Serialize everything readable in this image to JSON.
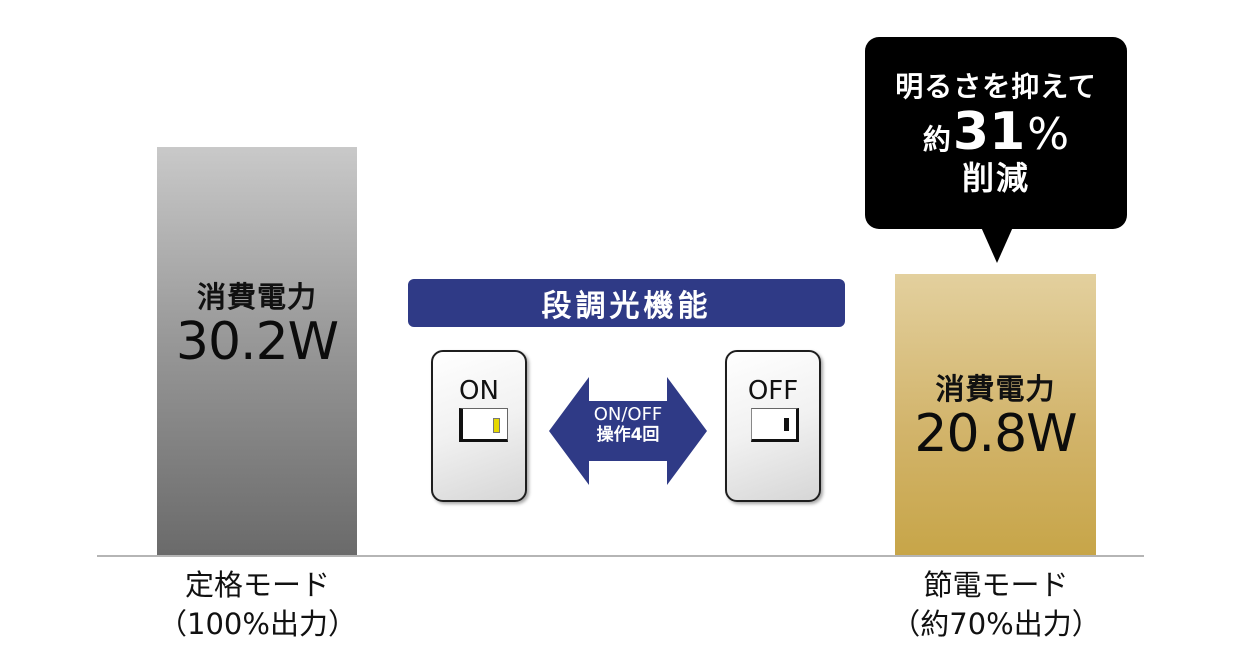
{
  "chart_data": {
    "type": "bar",
    "title": "",
    "categories": [
      "定格モード（100%出力）",
      "節電モード（約70%出力）"
    ],
    "values": [
      30.2,
      20.8
    ],
    "unit": "W",
    "series": [
      {
        "name": "消費電力",
        "values": [
          30.2,
          20.8
        ]
      }
    ],
    "xlabel": "",
    "ylabel": "消費電力",
    "grid": false,
    "legend": "none",
    "annotations": [
      "明るさを抑えて 約31% 削減",
      "段調光機能",
      "ON/OFF 操作4回"
    ]
  },
  "bars": {
    "standard": {
      "label": "消費電力",
      "value": "30.2W",
      "color_top": "#c9c9c9",
      "color_bottom": "#6a6a6a"
    },
    "eco": {
      "label": "消費電力",
      "value": "20.8W",
      "color_top": "#e3d09e",
      "color_bottom": "#c7a548"
    }
  },
  "categories": {
    "standard": {
      "line1": "定格モード",
      "line2": "（100%出力）"
    },
    "eco": {
      "line1": "節電モード",
      "line2": "（約70%出力）"
    }
  },
  "callout": {
    "line1": "明るさを抑えて",
    "prefix": "約",
    "number": "31",
    "percent": "%",
    "line3": "削減"
  },
  "feature": {
    "title": "段調光機能",
    "color": "#2f3a86"
  },
  "switches": {
    "on": {
      "label": "ON",
      "indicator_color": "#e6d800"
    },
    "off": {
      "label": "OFF"
    }
  },
  "arrow": {
    "line1": "ON/OFF",
    "line2": "操作4回"
  }
}
